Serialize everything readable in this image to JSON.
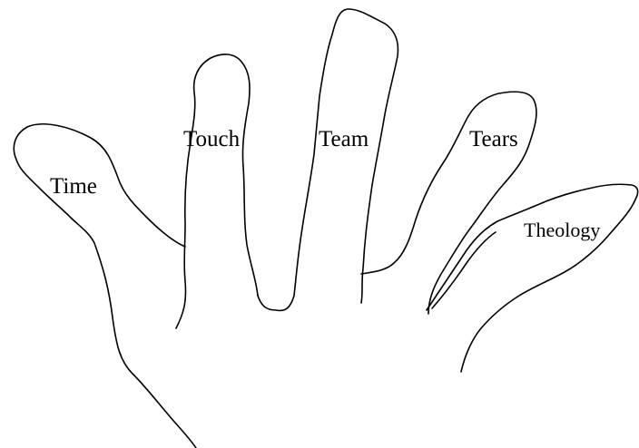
{
  "diagram": {
    "labels": {
      "time": "Time",
      "touch": "Touch",
      "team": "Team",
      "tears": "Tears",
      "theology": "Theology"
    }
  }
}
